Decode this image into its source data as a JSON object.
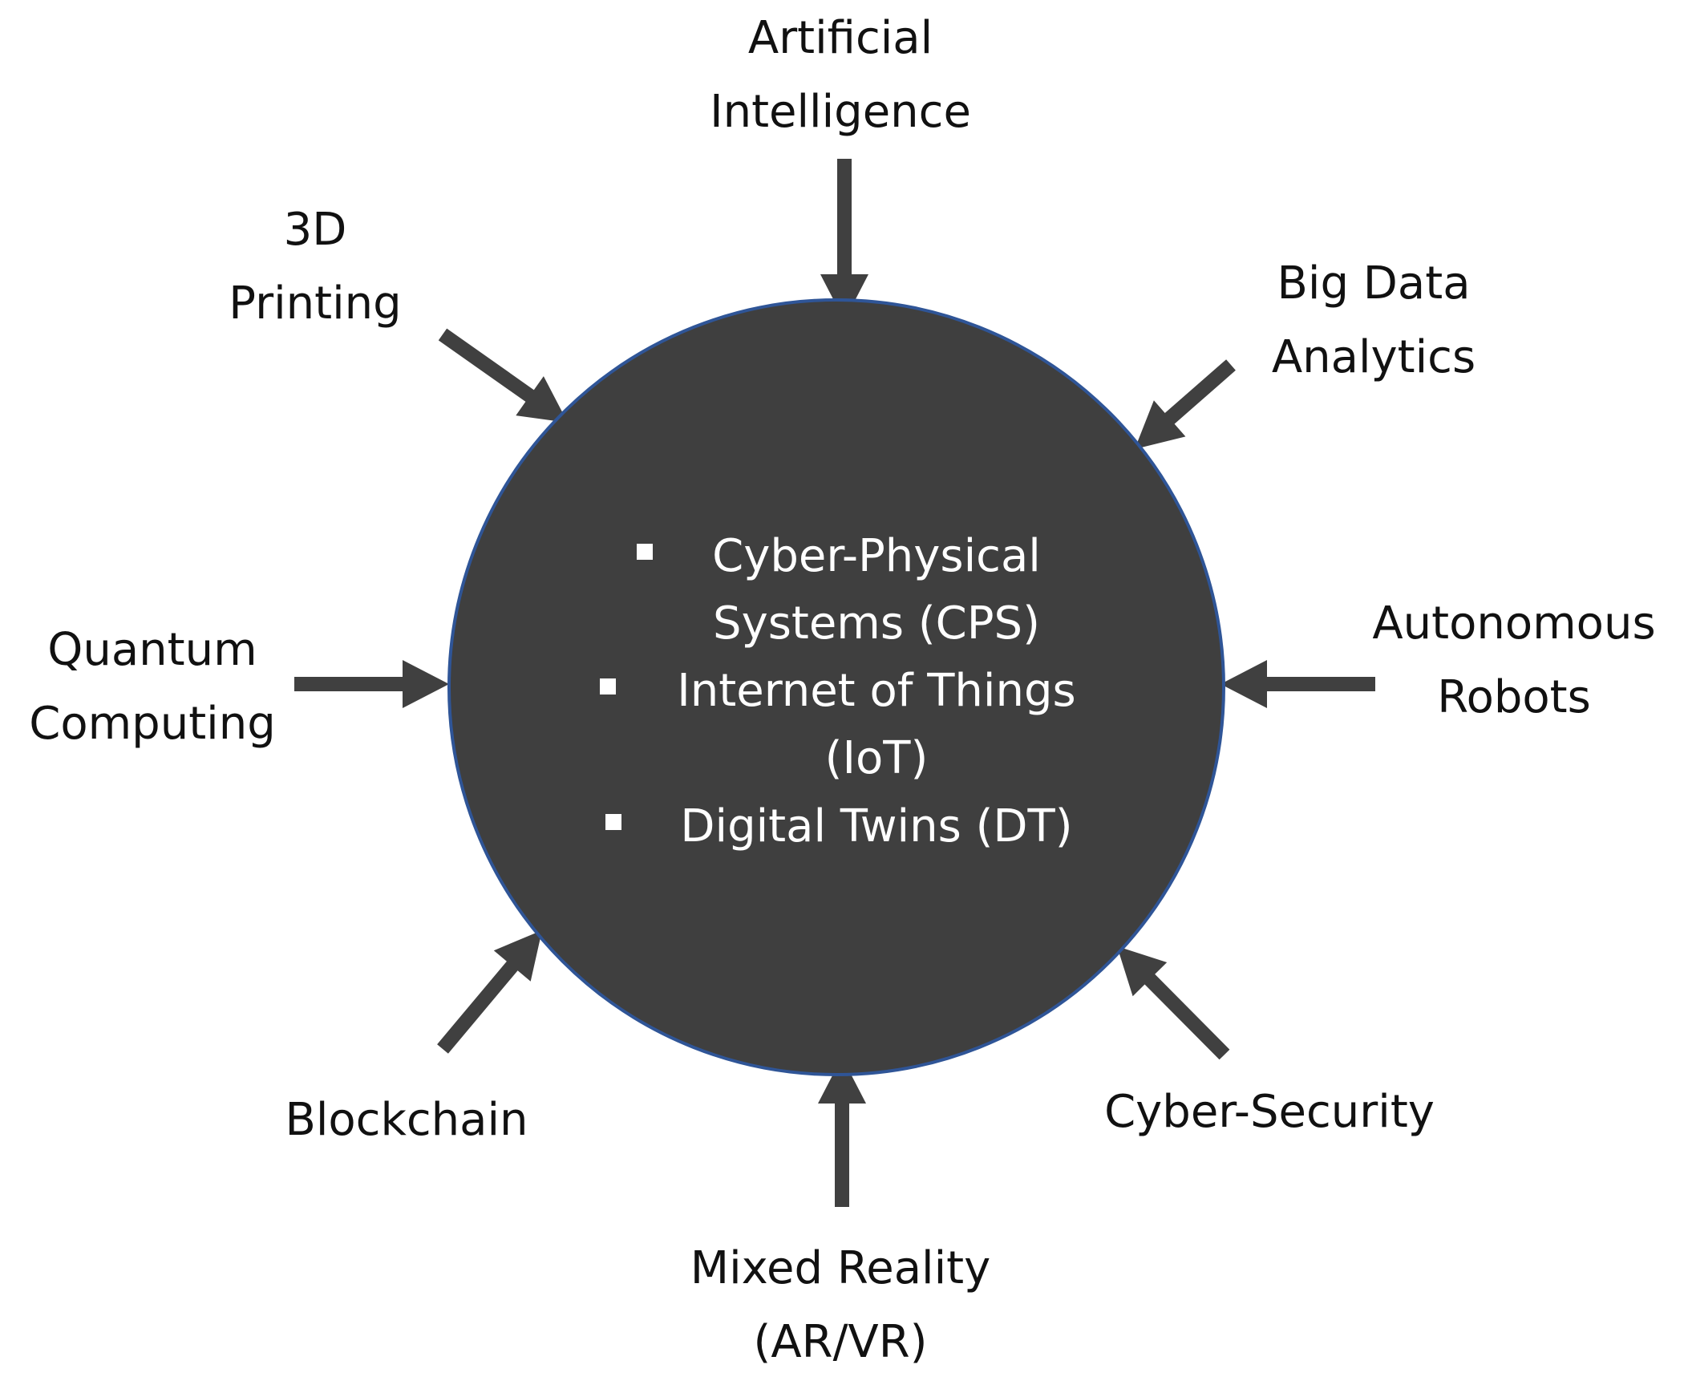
{
  "colors": {
    "circle_fill": "#3f3f3f",
    "circle_stroke": "#2f5597",
    "arrow": "#404040",
    "label_text": "#111111",
    "core_text": "#ffffff"
  },
  "core": {
    "items": [
      {
        "lines": [
          "Cyber-Physical",
          "Systems (CPS)"
        ]
      },
      {
        "lines": [
          "Internet of Things",
          "(IoT)"
        ]
      },
      {
        "lines": [
          "Digital Twins (DT)"
        ]
      }
    ]
  },
  "technologies": [
    {
      "id": "ai",
      "lines": [
        "Artificial",
        "Intelligence"
      ]
    },
    {
      "id": "big-data",
      "lines": [
        "Big Data",
        "Analytics"
      ]
    },
    {
      "id": "robots",
      "lines": [
        "Autonomous",
        "Robots"
      ]
    },
    {
      "id": "cyber-security",
      "lines": [
        "Cyber-Security"
      ]
    },
    {
      "id": "mixed-reality",
      "lines": [
        "Mixed Reality",
        "(AR/VR)"
      ]
    },
    {
      "id": "blockchain",
      "lines": [
        "Blockchain"
      ]
    },
    {
      "id": "quantum",
      "lines": [
        "Quantum",
        "Computing"
      ]
    },
    {
      "id": "3d-printing",
      "lines": [
        "3D",
        "Printing"
      ]
    }
  ]
}
